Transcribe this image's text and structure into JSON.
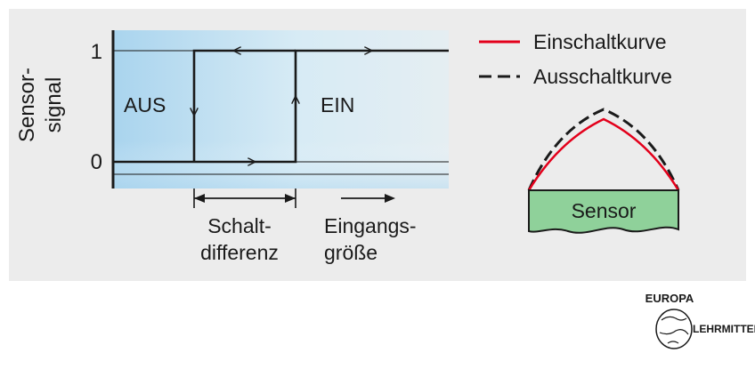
{
  "diagram": {
    "y_axis_label_line1": "Sensor-",
    "y_axis_label_line2": "signal",
    "tick_1": "1",
    "tick_0": "0",
    "state_off": "AUS",
    "state_on": "EIN",
    "hysteresis_label_line1": "Schalt-",
    "hysteresis_label_line2": "differenz",
    "x_axis_label_line1": "Eingangs-",
    "x_axis_label_line2": "größe"
  },
  "legend": {
    "items": [
      {
        "label": "Einschaltkurve",
        "color": "#e3001b",
        "style": "solid"
      },
      {
        "label": "Ausschaltkurve",
        "color": "#1a1a1a",
        "style": "dashed"
      }
    ]
  },
  "sensor": {
    "label": "Sensor",
    "color": "#8fd19a"
  },
  "logo": {
    "line1": "EUROPA",
    "line2": "LEHRMITTEL"
  }
}
